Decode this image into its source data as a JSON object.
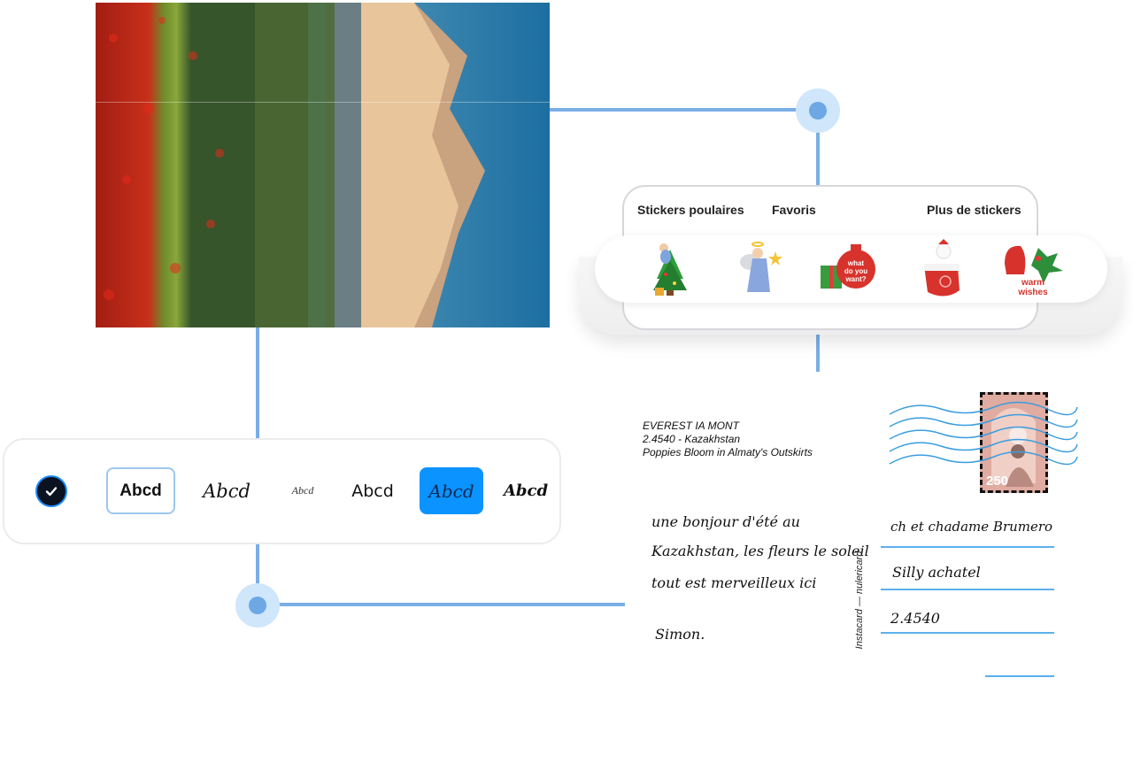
{
  "photo": {
    "alt": "Poppies Bloom in Almaty's Outskirts landscape"
  },
  "stickers": {
    "tabs": [
      "Stickers poulaires",
      "Favoris",
      "Plus de stickers"
    ],
    "items": [
      {
        "name": "christmas-tree-angel-sticker"
      },
      {
        "name": "angel-star-sticker"
      },
      {
        "name": "gift-bag-sticker",
        "text": "what do you want?"
      },
      {
        "name": "snowman-mitten-sticker"
      },
      {
        "name": "warm-wishes-sticker",
        "text": "warm wishes"
      }
    ]
  },
  "fonts": {
    "options": [
      "Abcd",
      "Abcd",
      "Abcd",
      "Abcd",
      "Abcd",
      "Abcd"
    ],
    "selected_index": 4,
    "check_icon": "check-icon"
  },
  "postcard": {
    "caption": [
      "EVEREST IA MONT",
      "2.4540  -  Kazakhstan",
      "Poppies Bloom in Almaty's Outskirts"
    ],
    "message": [
      "une bonjour d'été au",
      "Kazakhstan, les fleurs le soleil",
      "tout est merveilleux ici"
    ],
    "signature": "Simon.",
    "address": [
      "ch et chadame Brumero",
      "Silly achatel",
      "2.4540",
      ""
    ],
    "vertical_text": "Instacard — nulericard",
    "stamp_value": "250"
  },
  "colors": {
    "accent": "#0b93ff",
    "connector": "#7aaee6",
    "address_line": "#5ab0ee"
  }
}
